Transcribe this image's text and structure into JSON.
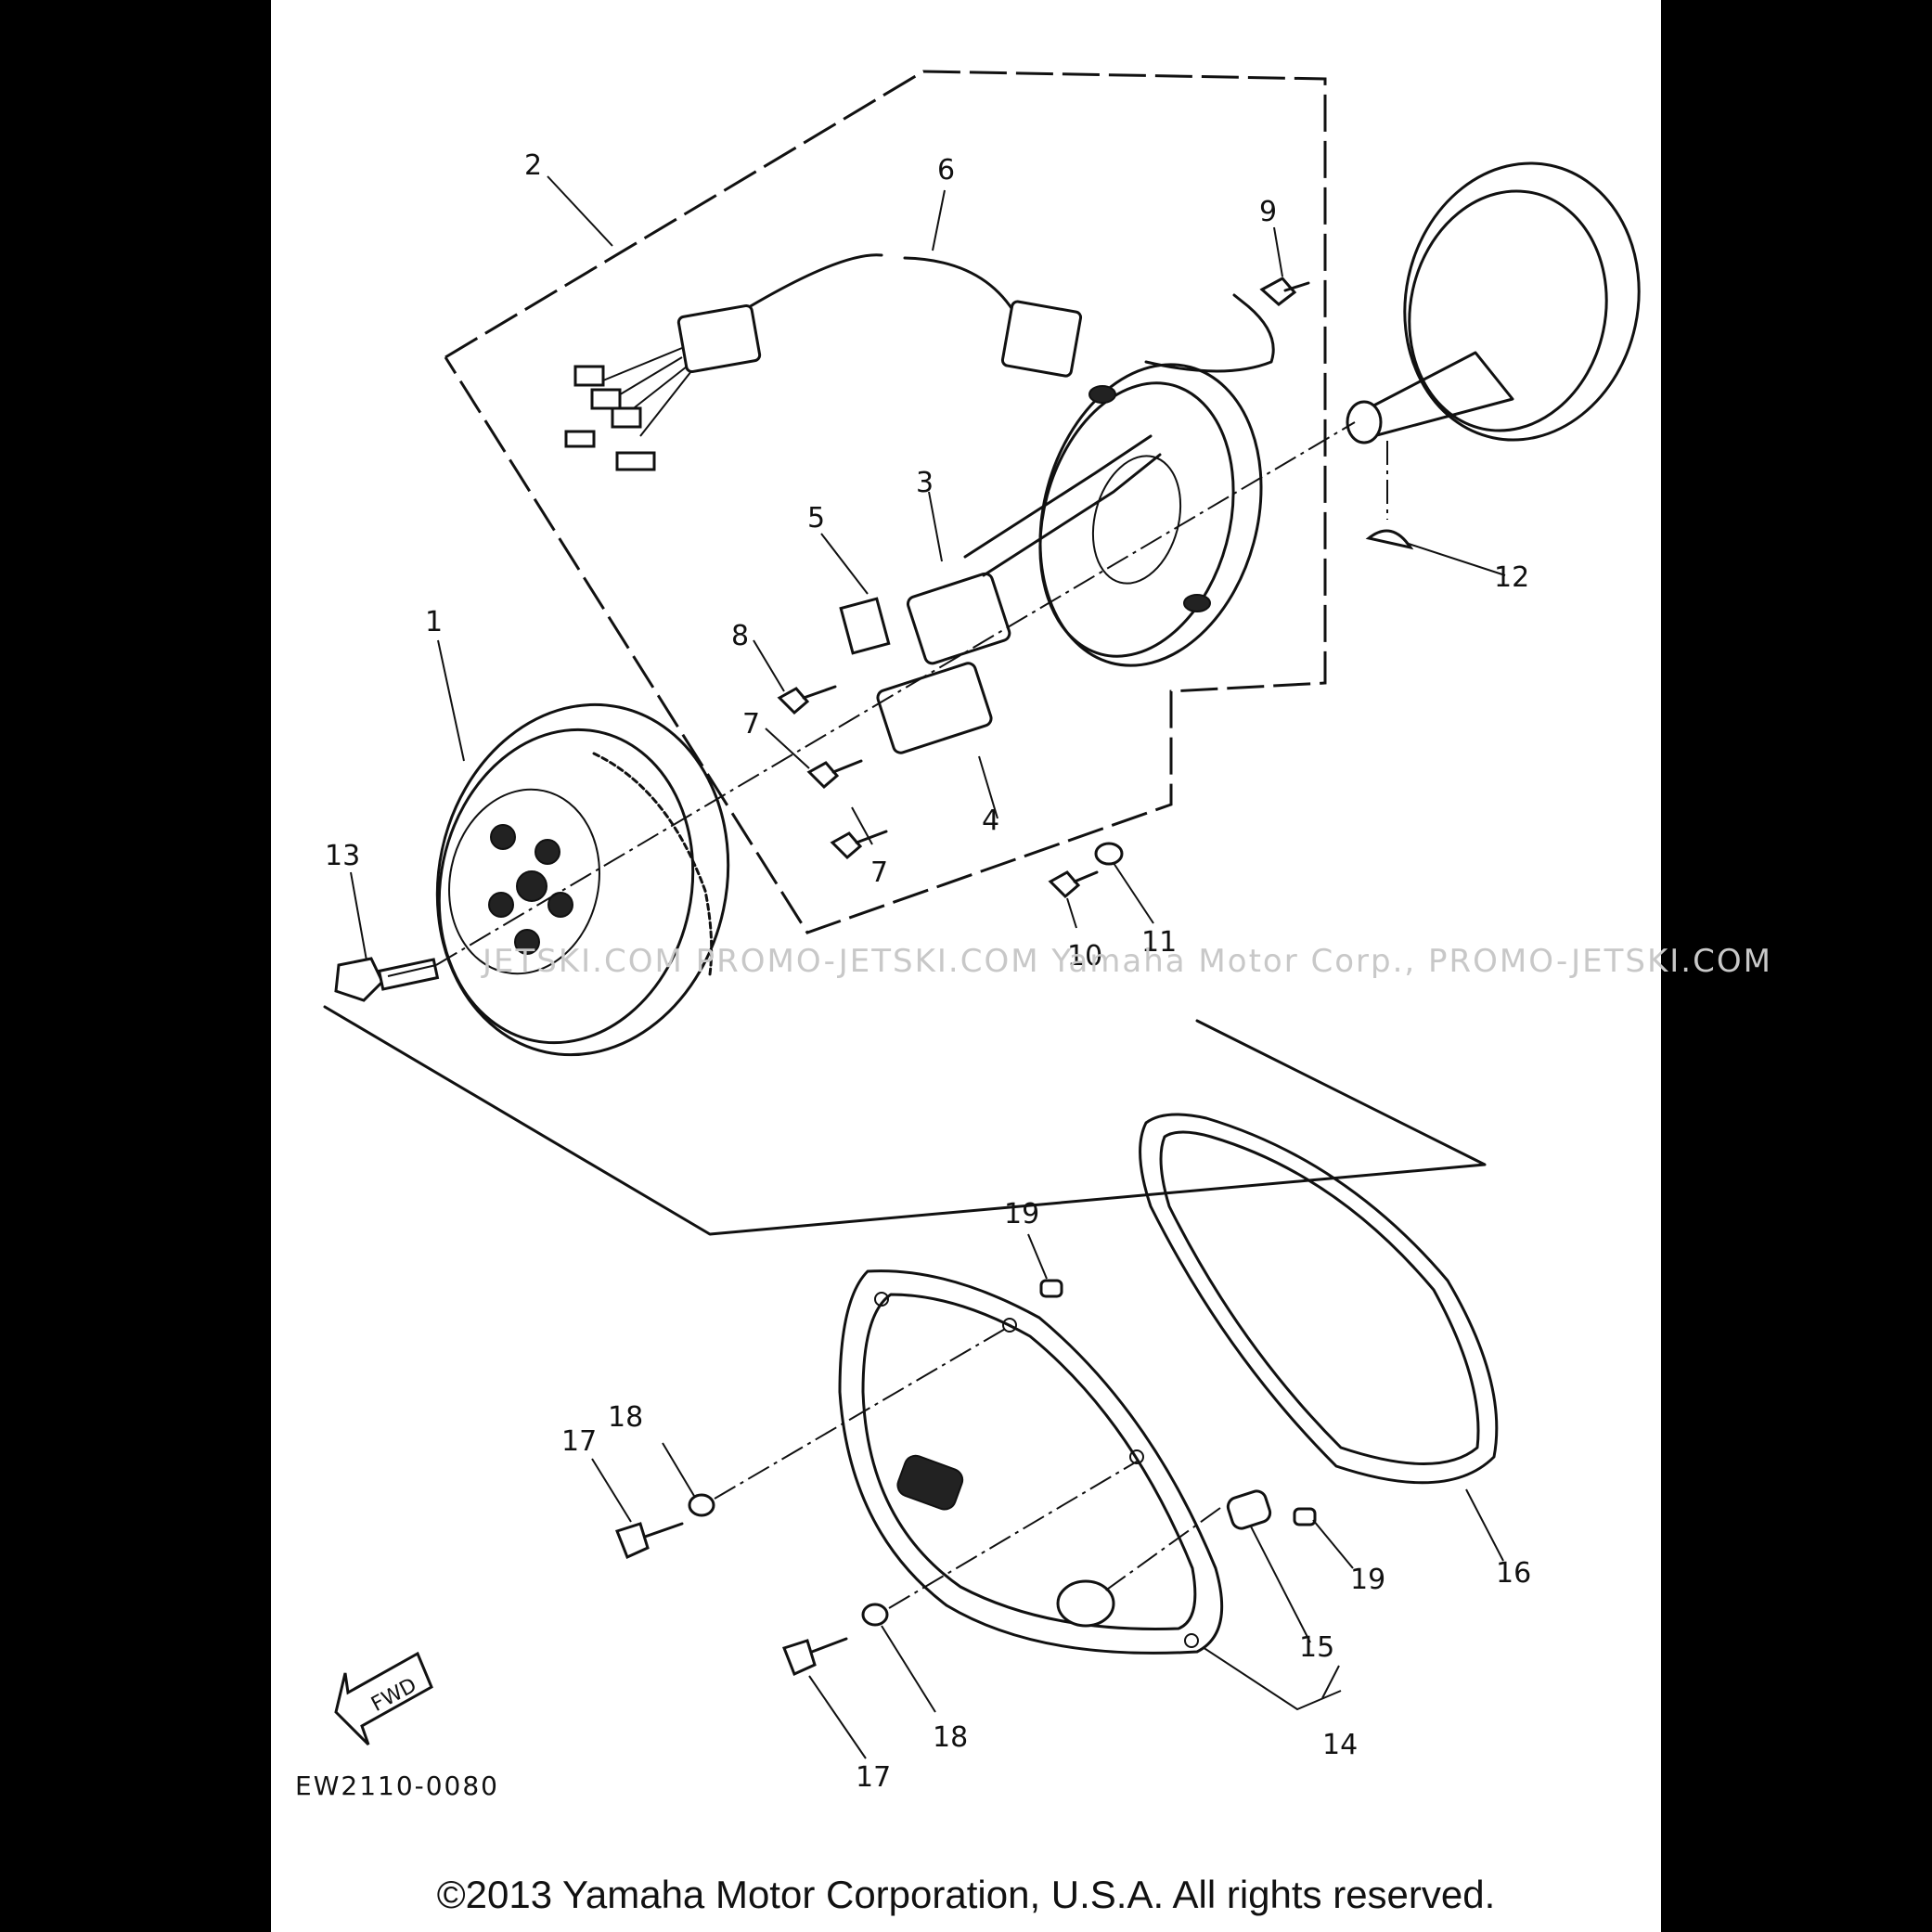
{
  "diagram": {
    "drawing_code": "EW2110-0080",
    "direction_label": "FWD",
    "watermark": "JETSKI.COM  PROMO-JETSKI.COM  Yamaha Motor Corp., PROMO-JETSKI.COM",
    "copyright": "©2013 Yamaha Motor Corporation, U.S.A. All rights reserved."
  },
  "callouts": {
    "c1": "1",
    "c2": "2",
    "c3": "3",
    "c4": "4",
    "c5": "5",
    "c6": "6",
    "c7a": "7",
    "c7b": "7",
    "c8": "8",
    "c9": "9",
    "c10": "10",
    "c11": "11",
    "c12": "12",
    "c13": "13",
    "c14": "14",
    "c15": "15",
    "c16": "16",
    "c17a": "17",
    "c17b": "17",
    "c18a": "18",
    "c18b": "18",
    "c19a": "19",
    "c19b": "19"
  }
}
